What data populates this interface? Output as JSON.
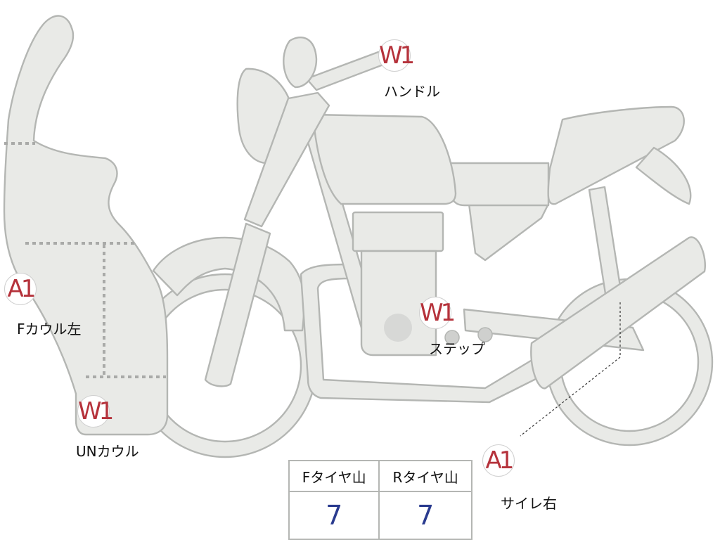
{
  "badges": {
    "handle": "W1",
    "step": "W1",
    "cowl_left": "A1",
    "under_cowl": "W1",
    "silencer_right": "A1"
  },
  "labels": {
    "handle": "ハンドル",
    "step": "ステップ",
    "cowl_left": "Fカウル左",
    "under_cowl": "UNカウル",
    "silencer_right": "サイレ右"
  },
  "tire_table": {
    "front_header": "Fタイヤ山",
    "rear_header": "Rタイヤ山",
    "front_value": "7",
    "rear_value": "7"
  },
  "colors": {
    "badge_text": "#b5323b",
    "part_fill": "#e9eae7",
    "part_outline": "#b4b6b3",
    "tire_value": "#2a3b8f"
  }
}
